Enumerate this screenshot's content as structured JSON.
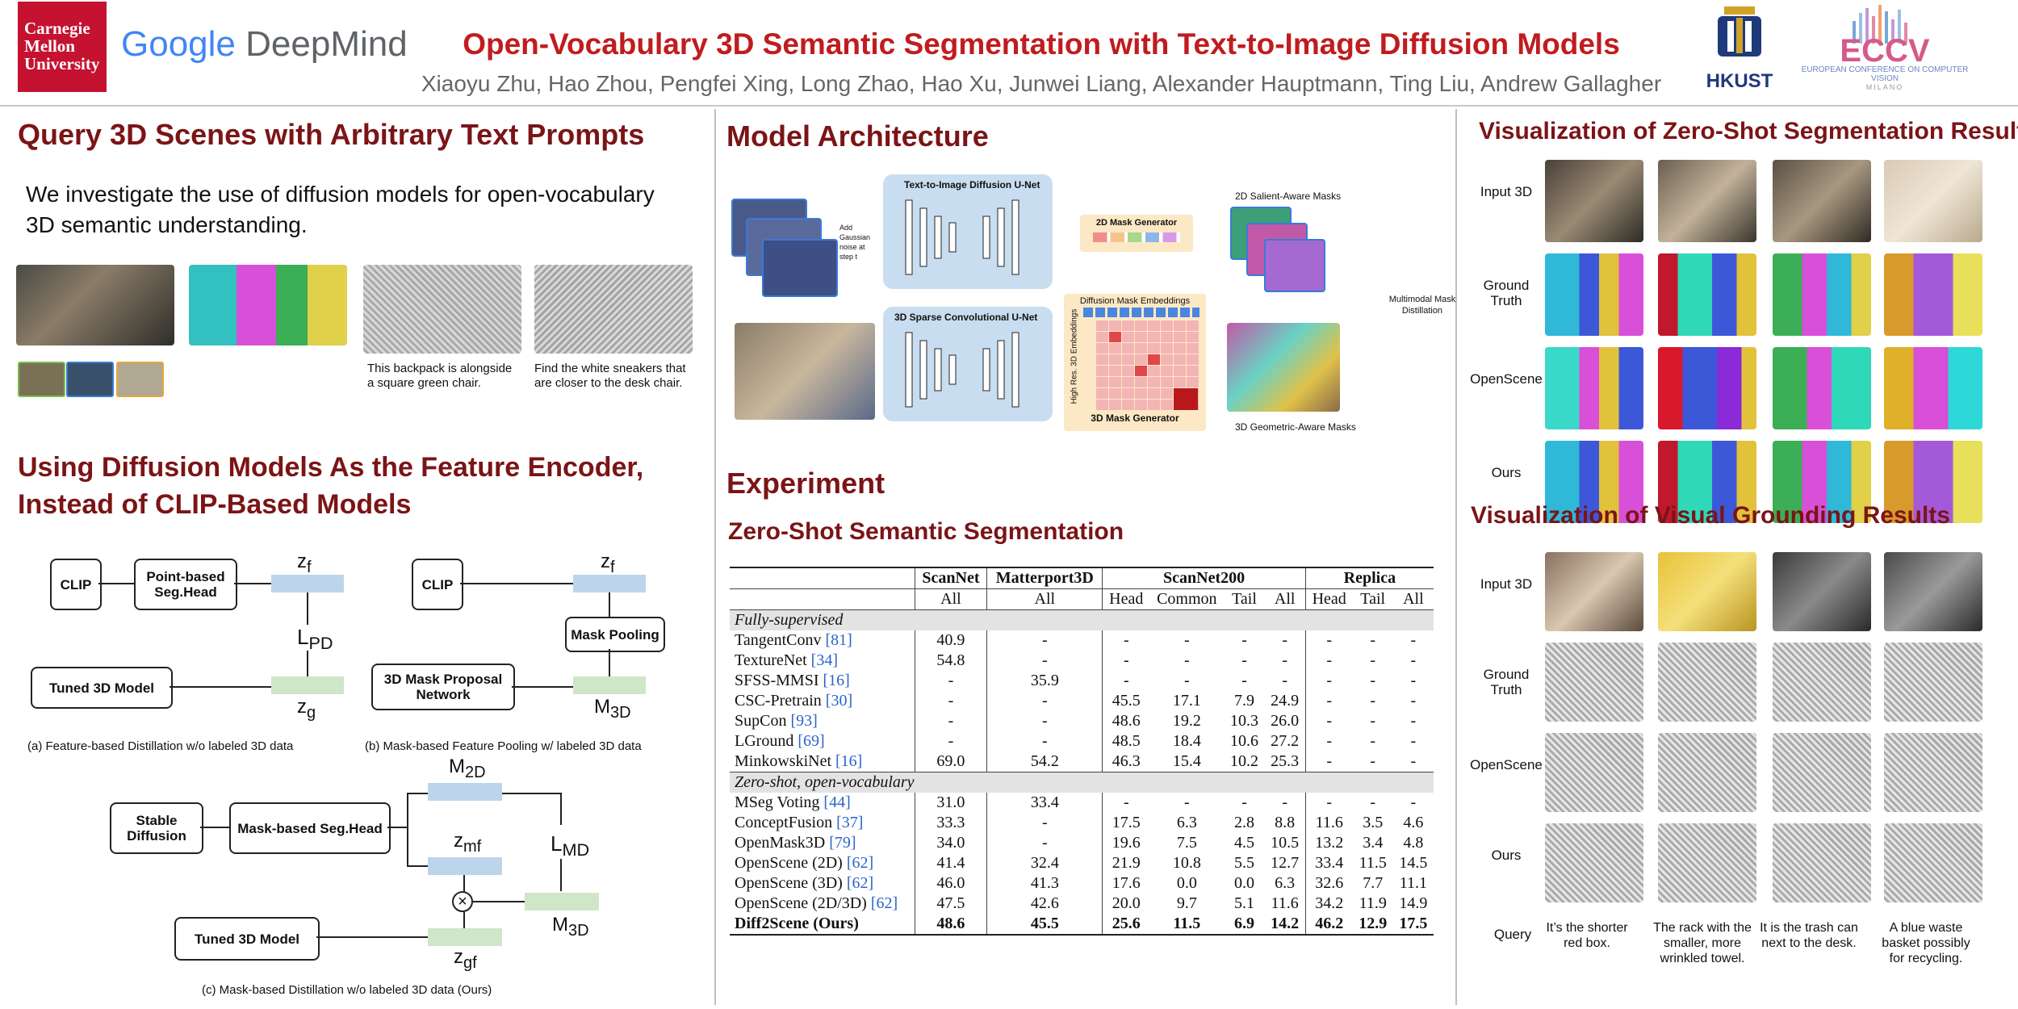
{
  "header": {
    "logo_cmu": [
      "Carnegie",
      "Mellon",
      "University"
    ],
    "logo_google": "Google",
    "logo_deepmind": "DeepMind",
    "title": "Open-Vocabulary 3D Semantic Segmentation with Text-to-Image Diffusion Models",
    "authors": "Xiaoyu Zhu, Hao Zhou, Pengfei Xing, Long Zhao, Hao Xu, Junwei Liang, Alexander Hauptmann, Ting Liu, Andrew Gallagher",
    "logo_hkust": "HKUST",
    "logo_eccv": "ECCV",
    "eccv_sub": "EUROPEAN CONFERENCE ON COMPUTER VISION",
    "eccv_city": "MILANO"
  },
  "query": {
    "title": "Query 3D Scenes with Arbitrary Text Prompts",
    "body": "We investigate the use of diffusion models for open-vocabulary 3D semantic understanding.",
    "caption1": "This backpack is alongside a square green chair.",
    "caption2": "Find the white sneakers that are closer to the desk chair."
  },
  "diffusion": {
    "title_line1": "Using Diffusion Models As the Feature Encoder,",
    "title_line2": "Instead of CLIP-Based Models",
    "clip": "CLIP",
    "point_head": "Point-based Seg.Head",
    "tuned_3d": "Tuned 3D Model",
    "zf": "z",
    "zf_sub": "f",
    "zg": "z",
    "zg_sub": "g",
    "lpd": "L",
    "lpd_sub": "PD",
    "mask_proposal": "3D Mask Proposal Network",
    "mask_pooling": "Mask Pooling",
    "m3d": "M",
    "m3d_sub": "3D",
    "caption_a": "(a)  Feature-based Distillation w/o labeled 3D data",
    "caption_b": "(b) Mask-based Feature Pooling w/ labeled 3D data",
    "stable_diffusion": "Stable Diffusion",
    "mask_head": "Mask-based Seg.Head",
    "m2d": "M",
    "m2d_sub": "2D",
    "zmf": "z",
    "zmf_sub": "mf",
    "lmd": "L",
    "lmd_sub": "MD",
    "zgf": "z",
    "zgf_sub": "gf",
    "caption_c": "(c) Mask-based Distillation w/o labeled 3D data  (Ours)"
  },
  "arch": {
    "title": "Model Architecture",
    "unet_title": "Text-to-Image Diffusion U-Net",
    "add_noise": "Add Gaussian noise at step t",
    "mask_gen_2d": "2D Mask Generator",
    "salient_masks": "2D Salient-Aware Masks",
    "sparse_unet": "3D Sparse Convolutional  U-Net",
    "mask_embeddings": "Diffusion Mask Embeddings",
    "high_res": "High Res. 3D Embeddings",
    "mask_gen_3d": "3D Mask Generator",
    "geometric_masks": "3D Geometric-Aware Masks",
    "distill": "Multimodal Mask Distillation"
  },
  "experiment": {
    "title": "Experiment",
    "subtitle": "Zero-Shot Semantic Segmentation",
    "groups": [
      "ScanNet",
      "Matterport3D",
      "ScanNet200",
      "Replica"
    ],
    "subheads": [
      "All",
      "All",
      "Head",
      "Common",
      "Tail",
      "All",
      "Head",
      "Tail",
      "All"
    ],
    "section1": "Fully-supervised",
    "rows1": [
      {
        "m": "TangentConv ",
        "c": "[81]",
        "v": [
          "40.9",
          "-",
          "-",
          "-",
          "-",
          "-",
          "-",
          "-",
          "-"
        ]
      },
      {
        "m": "TextureNet ",
        "c": "[34]",
        "v": [
          "54.8",
          "-",
          "-",
          "-",
          "-",
          "-",
          "-",
          "-",
          "-"
        ]
      },
      {
        "m": "SFSS-MMSI ",
        "c": "[16]",
        "v": [
          "-",
          "35.9",
          "-",
          "-",
          "-",
          "-",
          "-",
          "-",
          "-"
        ]
      },
      {
        "m": "CSC-Pretrain ",
        "c": "[30]",
        "v": [
          "-",
          "-",
          "45.5",
          "17.1",
          "7.9",
          "24.9",
          "-",
          "-",
          "-"
        ]
      },
      {
        "m": "SupCon ",
        "c": "[93]",
        "v": [
          "-",
          "-",
          "48.6",
          "19.2",
          "10.3",
          "26.0",
          "-",
          "-",
          "-"
        ]
      },
      {
        "m": "LGround ",
        "c": "[69]",
        "v": [
          "-",
          "-",
          "48.5",
          "18.4",
          "10.6",
          "27.2",
          "-",
          "-",
          "-"
        ]
      },
      {
        "m": "MinkowskiNet ",
        "c": "[16]",
        "v": [
          "69.0",
          "54.2",
          "46.3",
          "15.4",
          "10.2",
          "25.3",
          "-",
          "-",
          "-"
        ]
      }
    ],
    "section2": "Zero-shot, open-vocabulary",
    "rows2": [
      {
        "m": "MSeg Voting ",
        "c": "[44]",
        "v": [
          "31.0",
          "33.4",
          "-",
          "-",
          "-",
          "-",
          "-",
          "-",
          "-"
        ]
      },
      {
        "m": "ConceptFusion ",
        "c": "[37]",
        "v": [
          "33.3",
          "-",
          "17.5",
          "6.3",
          "2.8",
          "8.8",
          "11.6",
          "3.5",
          "4.6"
        ]
      },
      {
        "m": "OpenMask3D ",
        "c": "[79]",
        "v": [
          "34.0",
          "-",
          "19.6",
          "7.5",
          "4.5",
          "10.5",
          "13.2",
          "3.4",
          "4.8"
        ]
      },
      {
        "m": "OpenScene (2D) ",
        "c": "[62]",
        "v": [
          "41.4",
          "32.4",
          "21.9",
          "10.8",
          "5.5",
          "12.7",
          "33.4",
          "11.5",
          "14.5"
        ]
      },
      {
        "m": "OpenScene (3D) ",
        "c": "[62]",
        "v": [
          "46.0",
          "41.3",
          "17.6",
          "0.0",
          "0.0",
          "6.3",
          "32.6",
          "7.7",
          "11.1"
        ]
      },
      {
        "m": "OpenScene (2D/3D) ",
        "c": "[62]",
        "v": [
          "47.5",
          "42.6",
          "20.0",
          "9.7",
          "5.1",
          "11.6",
          "34.2",
          "11.9",
          "14.9"
        ]
      }
    ],
    "ours": {
      "m": "Diff2Scene (Ours)",
      "v": [
        "48.6",
        "45.5",
        "25.6",
        "11.5",
        "6.9",
        "14.2",
        "46.2",
        "12.9",
        "17.5"
      ]
    }
  },
  "zeroshot": {
    "title": "Visualization of Zero-Shot Segmentation Results",
    "rows": [
      "Input 3D",
      "Ground Truth",
      "OpenScene",
      "Ours"
    ]
  },
  "grounding": {
    "title": "Visualization of Visual Grounding Results",
    "rows": [
      "Input 3D",
      "Ground Truth",
      "OpenScene",
      "Ours"
    ],
    "query_label": "Query",
    "queries": [
      "It’s the shorter red box.",
      "The rack with the smaller, more wrinkled towel.",
      "It is the trash can next to the desk.",
      "A blue waste basket possibly for recycling."
    ]
  },
  "colors": {
    "accent": "#7b1416",
    "link": "#2b64c8",
    "unet": "#c9ddf0",
    "mask_gen": "#fce8c4"
  }
}
